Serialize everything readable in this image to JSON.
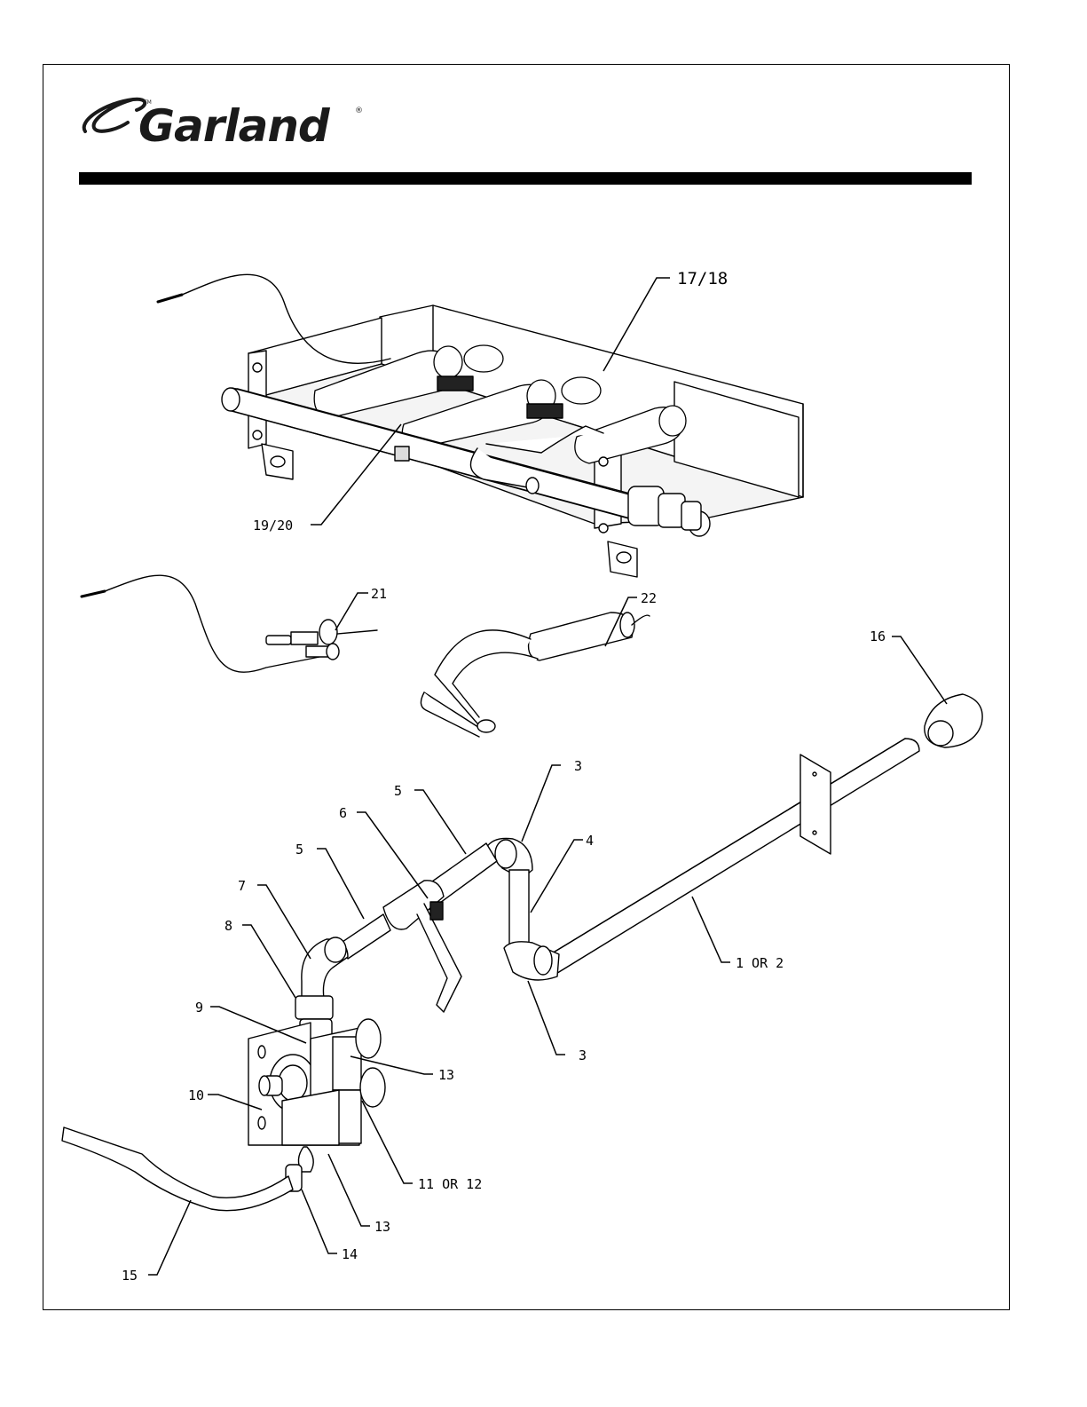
{
  "logo": {
    "text": "Garland",
    "tm": "TM",
    "reg": "®"
  },
  "callouts": {
    "c17_18": "17/18",
    "c19_20": "19/20",
    "c21": "21",
    "c22": "22",
    "c16": "16",
    "c3_top": "3",
    "c4": "4",
    "c5_upper": "5",
    "c6": "6",
    "c5_lower": "5",
    "c7": "7",
    "c8": "8",
    "c9": "9",
    "c1_or_2": "1 OR 2",
    "c3_bottom": "3",
    "c13_upper": "13",
    "c10": "10",
    "c11_or_12": "11 OR 12",
    "c13_lower": "13",
    "c14": "14",
    "c15": "15"
  }
}
